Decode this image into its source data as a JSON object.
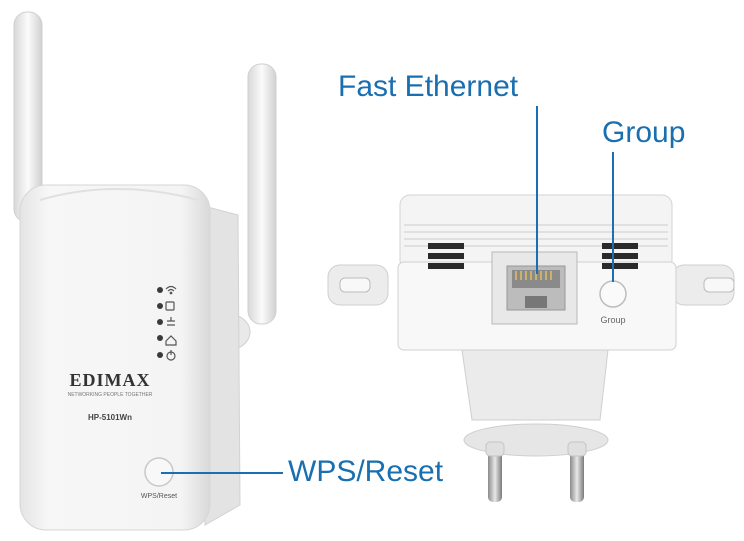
{
  "callouts": {
    "fast_ethernet": "Fast Ethernet",
    "group": "Group",
    "wps_reset": "WPS/Reset"
  },
  "device_front": {
    "brand": "EDIMAX",
    "tagline": "NETWORKING PEOPLE TOGETHER",
    "model": "HP-5101Wn",
    "button_label": "WPS/Reset",
    "led_icons": [
      "wifi-icon",
      "powerline-icon",
      "ethernet-icon",
      "home-icon",
      "power-icon"
    ]
  },
  "device_back": {
    "button_label": "Group"
  },
  "colors": {
    "callout": "#1a6fb0",
    "device_body": "#f2f2f2"
  }
}
